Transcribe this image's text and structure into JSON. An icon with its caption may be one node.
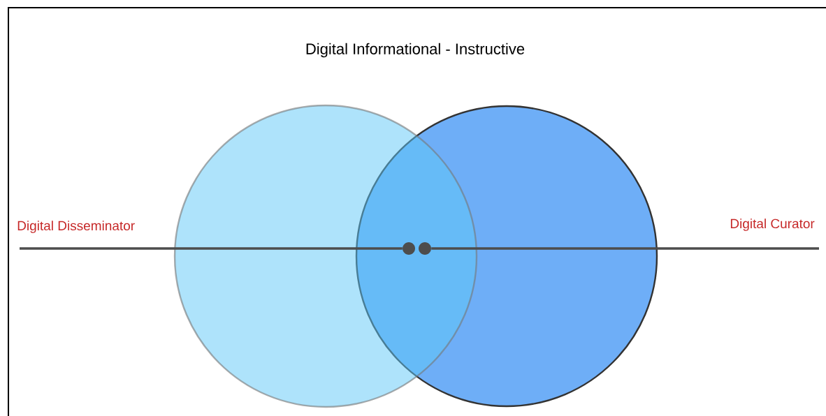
{
  "diagram": {
    "title": "Digital Informational - Instructive",
    "nodes": [
      {
        "text": [],
        "shape": "circle"
      },
      {
        "text": [],
        "shape": "circle"
      },
      {
        "text": [],
        "shape": "circle"
      },
      {
        "text": [],
        "shape": "circle"
      }
    ],
    "edges": [
      {
        "from": null,
        "to": 2,
        "arrow": "none"
      },
      {
        "from": 3,
        "to": null,
        "arrow": "none"
      }
    ],
    "labels": [
      "Digital Disseminator",
      "Digital Curator"
    ]
  }
}
